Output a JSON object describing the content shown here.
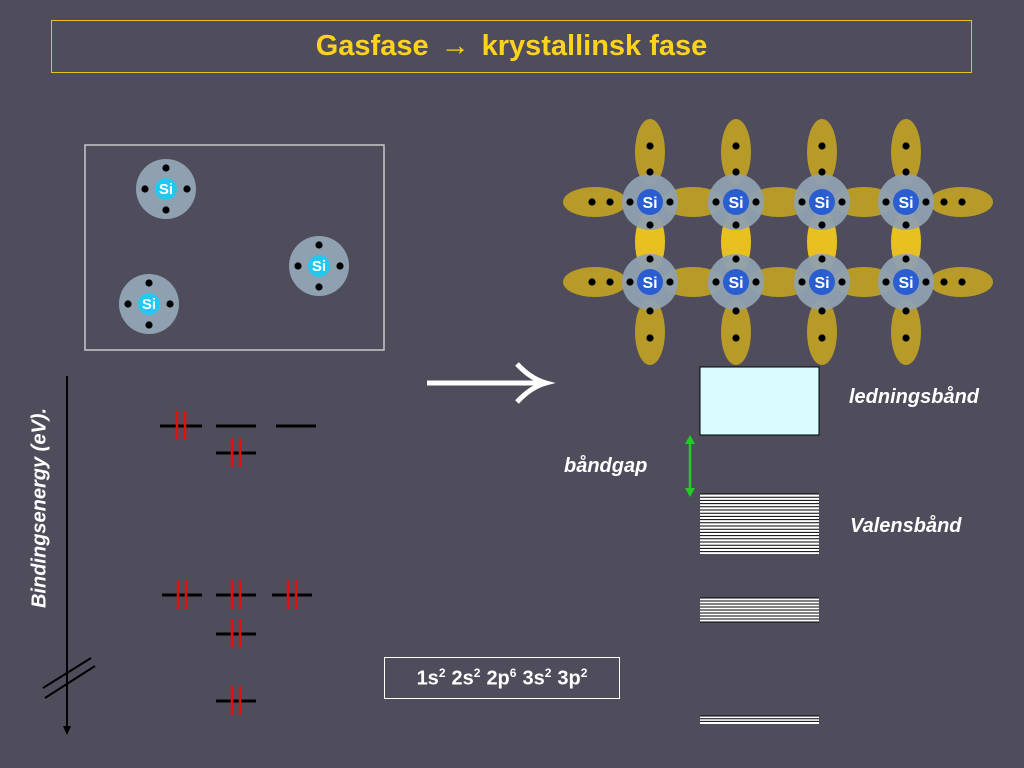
{
  "title": {
    "left": "Gasfase",
    "arrow": "→",
    "right": "krystallinsk fase"
  },
  "atom_label": "Si",
  "y_axis_label": "Bindingsenergy (eV).",
  "bands": {
    "conduction": "ledningsbånd",
    "gap": "båndgap",
    "valence": "Valensbånd"
  },
  "configuration": [
    {
      "orbital": "1s",
      "electrons": "2"
    },
    {
      "orbital": "2s",
      "electrons": "2"
    },
    {
      "orbital": "2p",
      "electrons": "6"
    },
    {
      "orbital": "3s",
      "electrons": "2"
    },
    {
      "orbital": "3p",
      "electrons": "2"
    }
  ],
  "colors": {
    "background": "#4f4d5c",
    "title": "#ffd21c",
    "atom_core": "#22c8f0",
    "atom_shell": "#8fa0b0",
    "lattice_core": "#2a5ed0",
    "bond_lobe": "#b89a28",
    "bond_lobe_vertical_inner": "#e8c020",
    "electron_pair": "#e01010",
    "conduction_band": "#d8fcff",
    "gap_arrow": "#22cc22"
  }
}
